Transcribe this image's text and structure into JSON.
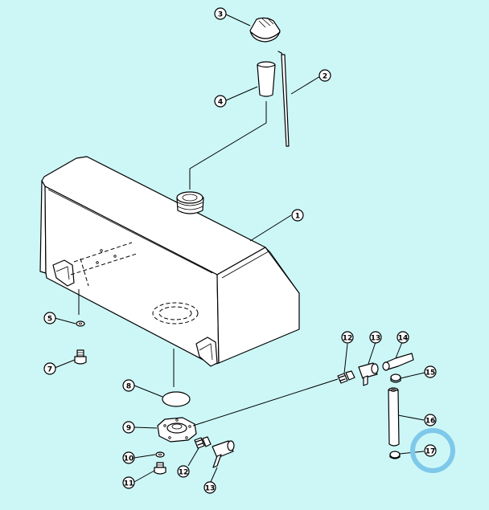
{
  "callouts": [
    {
      "id": "c3",
      "label": "3"
    },
    {
      "id": "c2",
      "label": "2"
    },
    {
      "id": "c4",
      "label": "4"
    },
    {
      "id": "c1",
      "label": "1"
    },
    {
      "id": "c5",
      "label": "5"
    },
    {
      "id": "c7",
      "label": "7"
    },
    {
      "id": "c8",
      "label": "8"
    },
    {
      "id": "c9",
      "label": "9"
    },
    {
      "id": "c10",
      "label": "10"
    },
    {
      "id": "c11",
      "label": "11"
    },
    {
      "id": "c12a",
      "label": "12"
    },
    {
      "id": "c13a",
      "label": "13"
    },
    {
      "id": "c12b",
      "label": "12"
    },
    {
      "id": "c13b",
      "label": "13"
    },
    {
      "id": "c14",
      "label": "14"
    },
    {
      "id": "c15",
      "label": "15"
    },
    {
      "id": "c16",
      "label": "16"
    },
    {
      "id": "c17",
      "label": "17"
    }
  ],
  "highlight": {
    "target": "17",
    "color": "#7ec8ea"
  }
}
